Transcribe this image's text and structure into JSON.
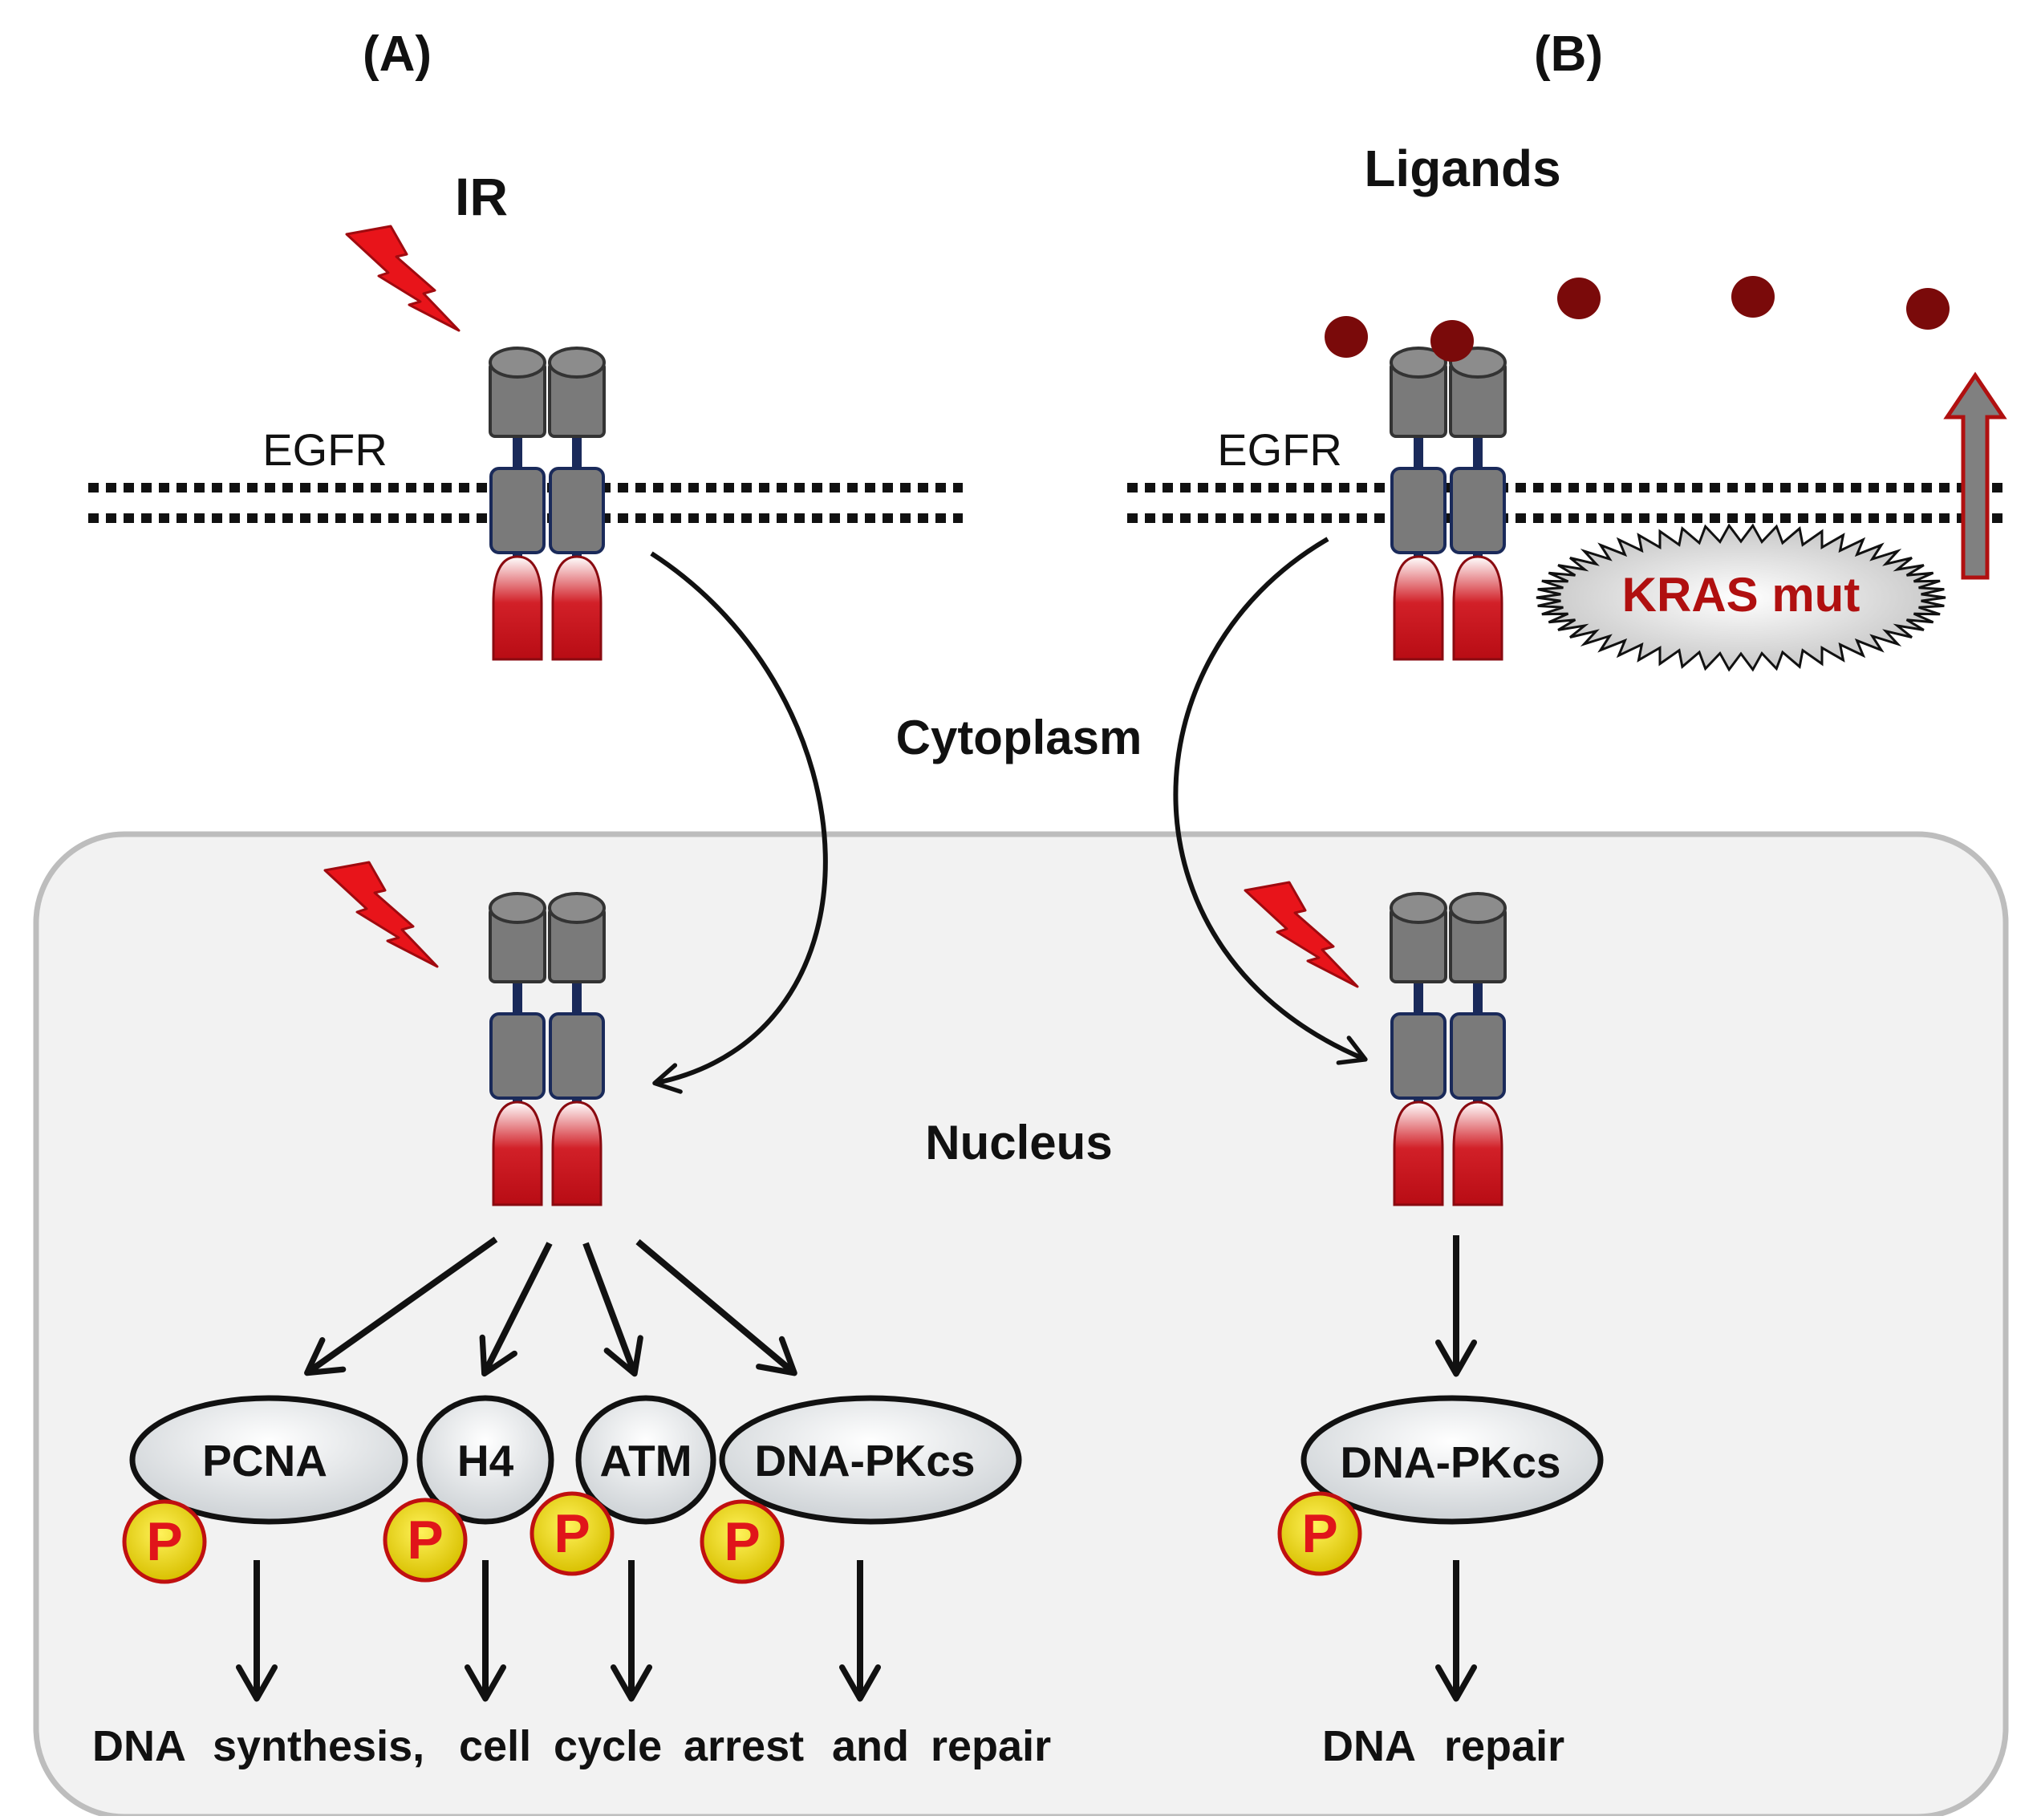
{
  "panels": {
    "a_label": "(A)",
    "b_label": "(B)"
  },
  "stimuli": {
    "ir": "IR",
    "ligands": "Ligands"
  },
  "receptor": {
    "a_label": "EGFR",
    "b_label": "EGFR"
  },
  "compartments": {
    "cytoplasm": "Cytoplasm",
    "nucleus": "Nucleus"
  },
  "mutation": {
    "label": "KRAS mut"
  },
  "targets_a": [
    "PCNA",
    "H4",
    "ATM",
    "DNA-PKcs"
  ],
  "targets_b": [
    "DNA-PKcs"
  ],
  "phospho": "P",
  "outcome_a": {
    "w1": "DNA",
    "w2": "synthesis,",
    "w3": "cell",
    "w4": "cycle",
    "w5": "arrest",
    "w6": "and",
    "w7": "repair"
  },
  "outcome_b": {
    "w1": "DNA",
    "w2": "repair"
  },
  "colors": {
    "receptor_grey": "#7a7a7a",
    "kinase_red": "#c0101a",
    "lightning": "#e8141a",
    "ligand": "#7a0a0a",
    "mutation_text": "#b01010",
    "phospho_fill": "#e6d200",
    "phospho_text": "#e0151a",
    "nucleus_fill": "#f2f2f2"
  },
  "icons": [
    "lightning-icon",
    "ligand-icon",
    "receptor-icon",
    "up-arrow-icon",
    "phospho-icon"
  ]
}
